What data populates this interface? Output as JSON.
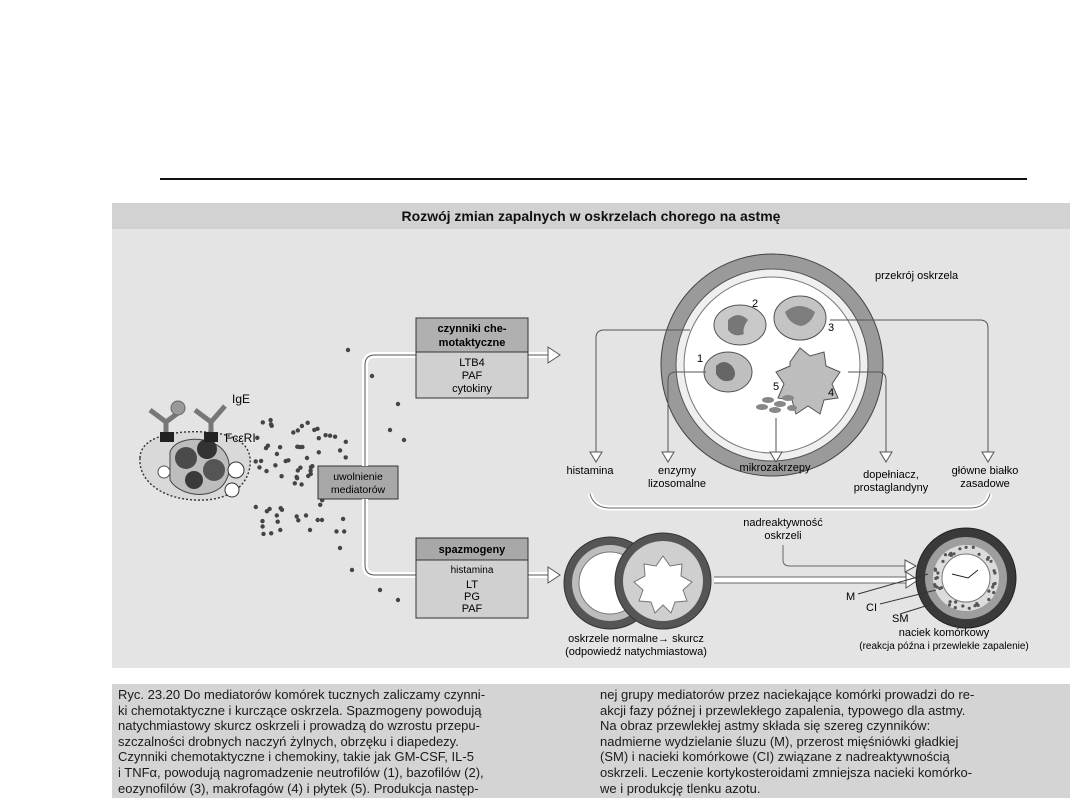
{
  "figure_title": "Rozwój zmian zapalnych w oskrzelach chorego na astmę",
  "labels": {
    "ige": "IgE",
    "fceri": "FcεRI",
    "release": [
      "uwolnienie",
      "mediatorów"
    ],
    "chemo_header": [
      "czynniki che-",
      "motaktyczne"
    ],
    "chemo_items": [
      "LTB4",
      "PAF",
      "cytokiny"
    ],
    "spasm_header": "spazmogeny",
    "spasm_items": [
      "histamina",
      "LT",
      "PG",
      "PAF"
    ],
    "cross_section": "przekrój oskrzela",
    "cell_numbers": [
      "1",
      "2",
      "3",
      "4",
      "5"
    ],
    "mediators": [
      [
        "histamina"
      ],
      [
        "enzymy",
        "lizosomalne"
      ],
      [
        "mikrozakrzepy"
      ],
      [
        "dopełniacz,",
        "prostaglandyny"
      ],
      [
        "główne białko",
        "zasadowe"
      ]
    ],
    "hyper": [
      "nadreaktywność",
      "oskrzeli"
    ],
    "normal_caption": [
      "oskrzele normalne→ skurcz",
      "(odpowiedź natychmiastowa)"
    ],
    "layer_labels": [
      "M",
      "CI",
      "SM"
    ],
    "infiltrate_caption": [
      "naciek komórkowy",
      "(reakcja późna i przewlekłe zapalenie)"
    ]
  },
  "caption": {
    "left": [
      "Ryc. 23.20 Do mediatorów komórek tucznych zaliczamy czynni-",
      "ki chemotaktyczne i kurczące oskrzela. Spazmogeny powodują",
      "natychmiastowy skurcz oskrzeli i prowadzą do wzrostu przepu-",
      "szczalności drobnych naczyń żylnych, obrzęku i diapedezy.",
      "Czynniki chemotaktyczne i chemokiny, takie jak GM-CSF, IL-5",
      "i TNFα, powodują nagromadzenie neutrofilów (1), bazofilów (2),",
      "eozynofilów (3), makrofagów (4) i płytek (5). Produkcja następ-"
    ],
    "right": [
      "nej grupy mediatorów przez naciekające komórki prowadzi do re-",
      "akcji fazy późnej i przewlekłego zapalenia, typowego dla astmy.",
      "Na obraz przewlekłej astmy składa się szereg czynników:",
      "nadmierne wydzielanie śluzu (M), przerost mięśniówki gładkiej",
      "(SM) i nacieki komórkowe (CI) związane z nadreaktywnością",
      "oskrzeli. Leczenie kortykosteroidami zmniejsza nacieki komórko-",
      "we i produkcję tlenku azotu."
    ]
  }
}
